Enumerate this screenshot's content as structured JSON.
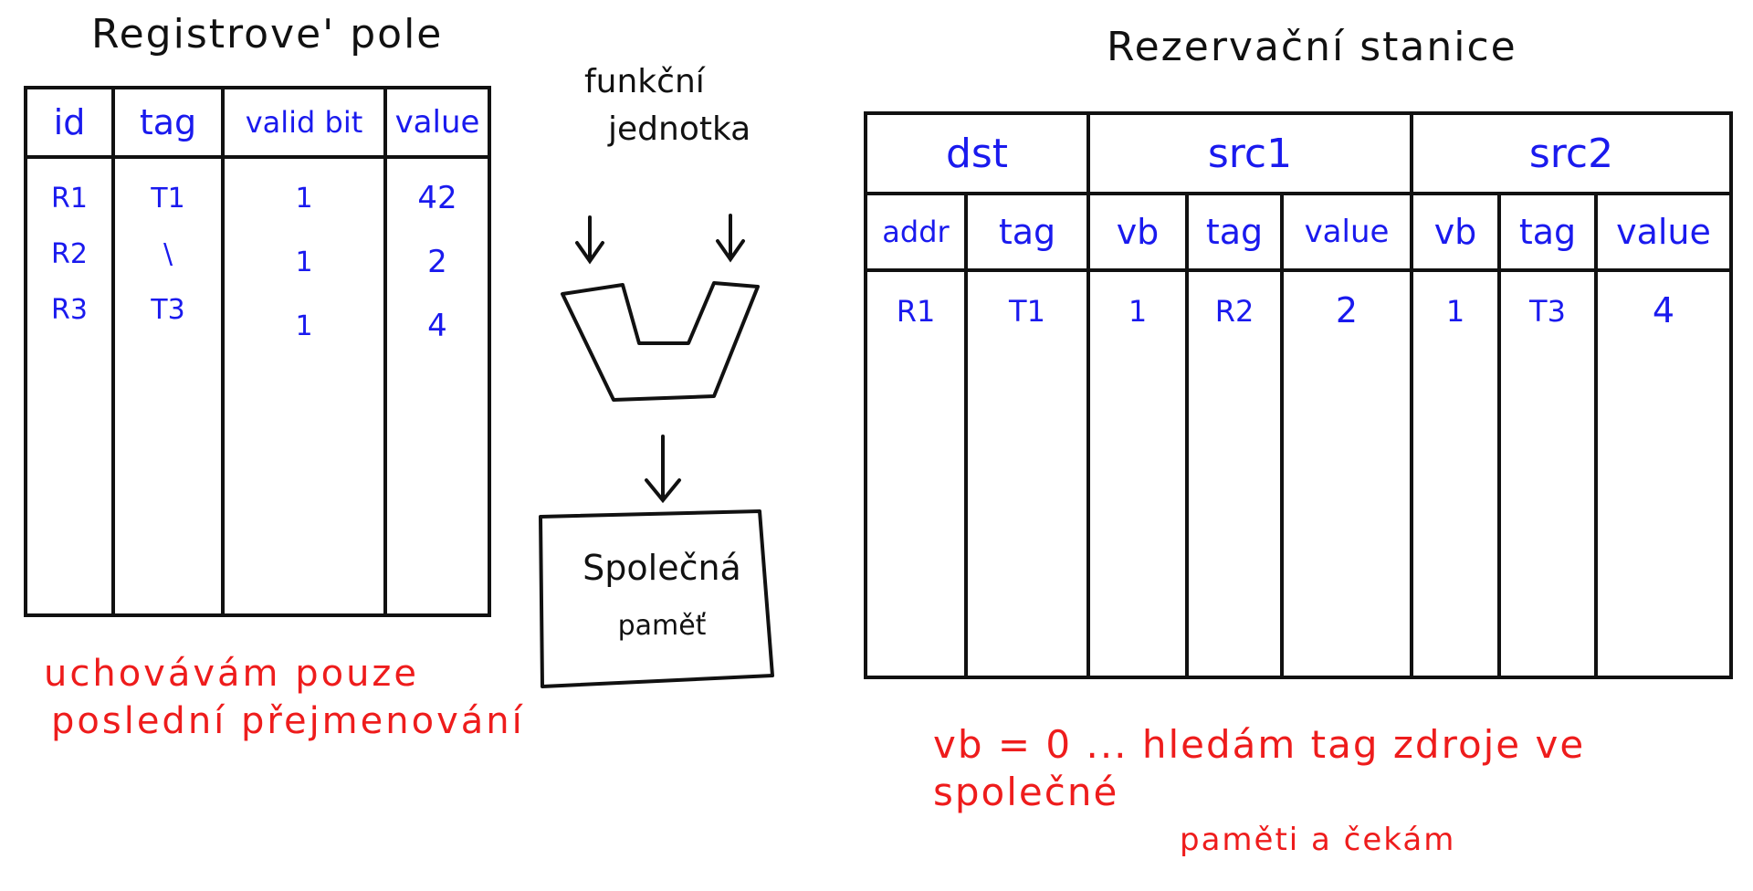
{
  "register_file": {
    "title": "Registrove' pole",
    "columns": [
      "id",
      "tag",
      "valid bit",
      "value"
    ],
    "rows": [
      [
        "R1",
        "T1",
        "1",
        "42"
      ],
      [
        "R2",
        "\\",
        "1",
        "2"
      ],
      [
        "R3",
        "T3",
        "1",
        "4"
      ]
    ],
    "note": [
      "uchovávám pouze",
      "poslední přejmenování"
    ]
  },
  "functional_unit": {
    "label": [
      "funkční",
      "jednotka"
    ],
    "memory_label": [
      "Společná",
      "paměť"
    ]
  },
  "reservation_station": {
    "title": "Rezervační stanice",
    "groups": [
      "dst",
      "src1",
      "src2"
    ],
    "columns": [
      "addr",
      "tag",
      "vb",
      "tag",
      "value",
      "vb",
      "tag",
      "value"
    ],
    "row": [
      "R1",
      "T1",
      "1",
      "R2",
      "2",
      "1",
      "T3",
      "4"
    ],
    "note": [
      "vb = 0 ... hledám tag zdroje ve společné",
      "paměti a čekám"
    ]
  },
  "colors": {
    "ink": "#111111",
    "blue": "#1a1aee",
    "red": "#ee1c1c"
  }
}
